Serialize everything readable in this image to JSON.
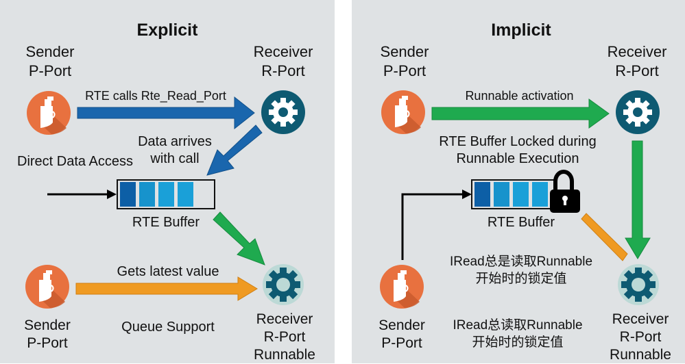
{
  "colors": {
    "panel_bg": "#dfe2e4",
    "sender_orange": "#e8713f",
    "gear_dark": "#0e5a72",
    "blue_arrow": "#1a66ad",
    "green_arrow": "#1faa4f",
    "orange_arrow": "#ef9a22",
    "buffer_cells": [
      "#0d5fa6",
      "#1793cc",
      "#1aa0d8",
      "#1aa0d8"
    ]
  },
  "explicit": {
    "title": "Explicit",
    "sender_top": {
      "line1": "Sender",
      "line2": "P-Port",
      "icon": "sender-icon"
    },
    "receiver_top": {
      "line1": "Receiver",
      "line2": "R-Port",
      "icon": "gear-icon"
    },
    "arrow_top_label": "RTE calls Rte_Read_Port",
    "data_arrives": {
      "line1": "Data arrives",
      "line2": "with call"
    },
    "direct_access": "Direct Data Access",
    "buffer_label": "RTE Buffer",
    "buffer_filled_cells": 4,
    "buffer_total_cells": 5,
    "arrow_bottom_label": "Gets latest value",
    "queue_support": "Queue Support",
    "sender_bottom": {
      "line1": "Sender",
      "line2": "P-Port"
    },
    "receiver_bottom": {
      "line1": "Receiver",
      "line2": "R-Port",
      "line3": "Runnable"
    }
  },
  "implicit": {
    "title": "Implicit",
    "sender_top": {
      "line1": "Sender",
      "line2": "P-Port"
    },
    "receiver_top": {
      "line1": "Receiver",
      "line2": "R-Port"
    },
    "arrow_top_label": "Runnable activation",
    "locked_note": {
      "line1": "RTE Buffer Locked during",
      "line2": "Runnable Execution"
    },
    "buffer_label": "RTE Buffer",
    "buffer_filled_cells": 4,
    "buffer_total_cells": 4,
    "iread_note_1": {
      "line1": "IRead总是读取Runnable",
      "line2": "开始时的锁定值"
    },
    "iread_note_2": {
      "line1": "IRead总读取Runnable",
      "line2": "开始时的锁定值"
    },
    "sender_bottom": {
      "line1": "Sender",
      "line2": "P-Port"
    },
    "receiver_bottom": {
      "line1": "Receiver",
      "line2": "R-Port",
      "line3": "Runnable"
    }
  }
}
